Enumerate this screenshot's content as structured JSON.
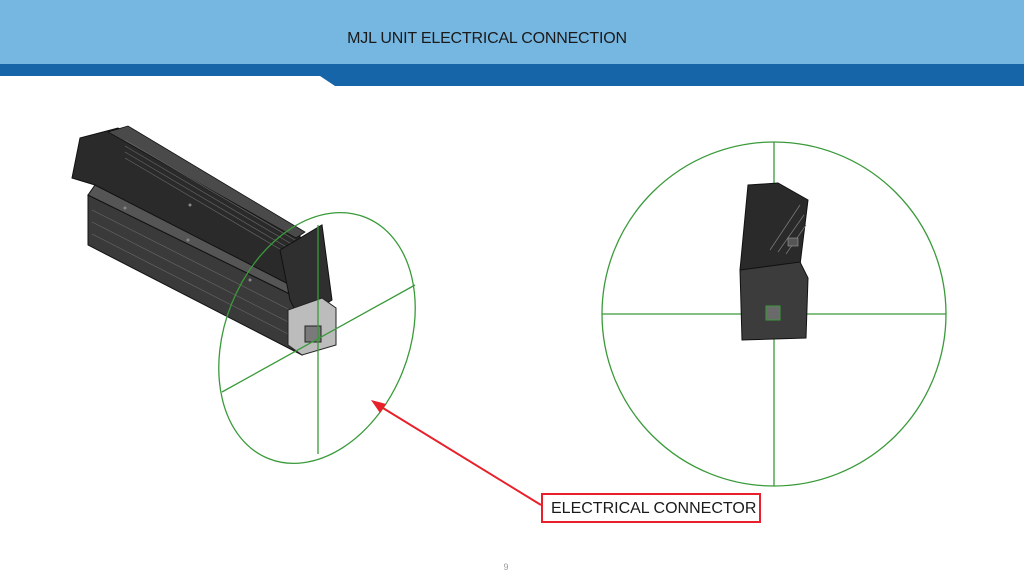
{
  "header": {
    "title": "MJL UNIT ELECTRICAL CONNECTION"
  },
  "callout": {
    "label": "ELECTRICAL CONNECTOR"
  },
  "footer": {
    "page_number": "9"
  },
  "colors": {
    "header_light": "#76b7e2",
    "header_dark": "#1565a8",
    "circle_green": "#3a9a3a",
    "arrow_red": "#e8202a",
    "unit_dark": "#2a2a2a"
  }
}
